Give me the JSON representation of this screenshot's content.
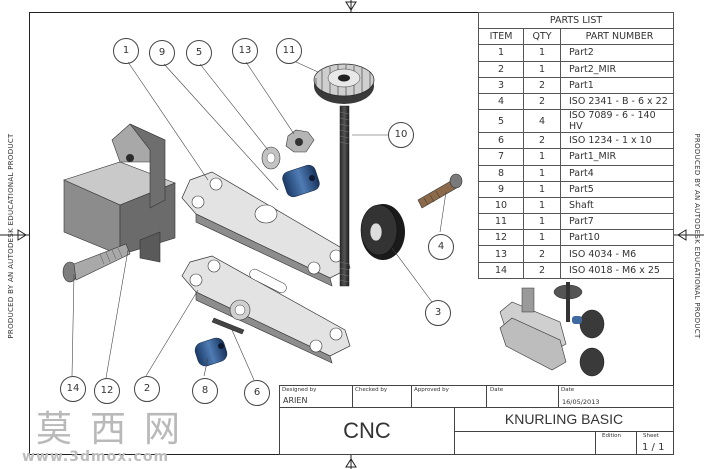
{
  "watermark": {
    "left": "PRODUCED BY AN AUTODESK EDUCATIONAL PRODUCT",
    "right": "PRODUCED BY AN AUTODESK EDUCATIONAL PRODUCT",
    "logo_text": "莫西网",
    "logo_url": "www.3dmox.com"
  },
  "parts_list": {
    "title": "PARTS LIST",
    "headers": [
      "ITEM",
      "QTY",
      "PART NUMBER"
    ],
    "rows": [
      [
        "1",
        "1",
        "Part2"
      ],
      [
        "2",
        "1",
        "Part2_MIR"
      ],
      [
        "3",
        "2",
        "Part1"
      ],
      [
        "4",
        "2",
        "ISO 2341 - B - 6 x 22"
      ],
      [
        "5",
        "4",
        "ISO 7089 - 6 - 140 HV"
      ],
      [
        "6",
        "2",
        "ISO 1234 - 1 x 10"
      ],
      [
        "7",
        "1",
        "Part1_MIR"
      ],
      [
        "8",
        "1",
        "Part4"
      ],
      [
        "9",
        "1",
        "Part5"
      ],
      [
        "10",
        "1",
        "Shaft"
      ],
      [
        "11",
        "1",
        "Part7"
      ],
      [
        "12",
        "1",
        "Part10"
      ],
      [
        "13",
        "2",
        "ISO 4034 - M6"
      ],
      [
        "14",
        "2",
        "ISO 4018 - M6 x 25"
      ]
    ]
  },
  "balloons": [
    "1",
    "9",
    "5",
    "13",
    "11",
    "10",
    "4",
    "3",
    "14",
    "12",
    "2",
    "8",
    "6"
  ],
  "title_block": {
    "designed_by_label": "Designed by",
    "designed_by": "ARIEN",
    "checked_by_label": "Checked by",
    "approved_by_label": "Approved by",
    "date_label_1": "Date",
    "date_label_2": "Date",
    "date": "16/05/2013",
    "company": "CNC",
    "title": "KNURLING BASIC",
    "edition_label": "Edition",
    "sheet_label": "Sheet",
    "sheet": "1 / 1"
  }
}
